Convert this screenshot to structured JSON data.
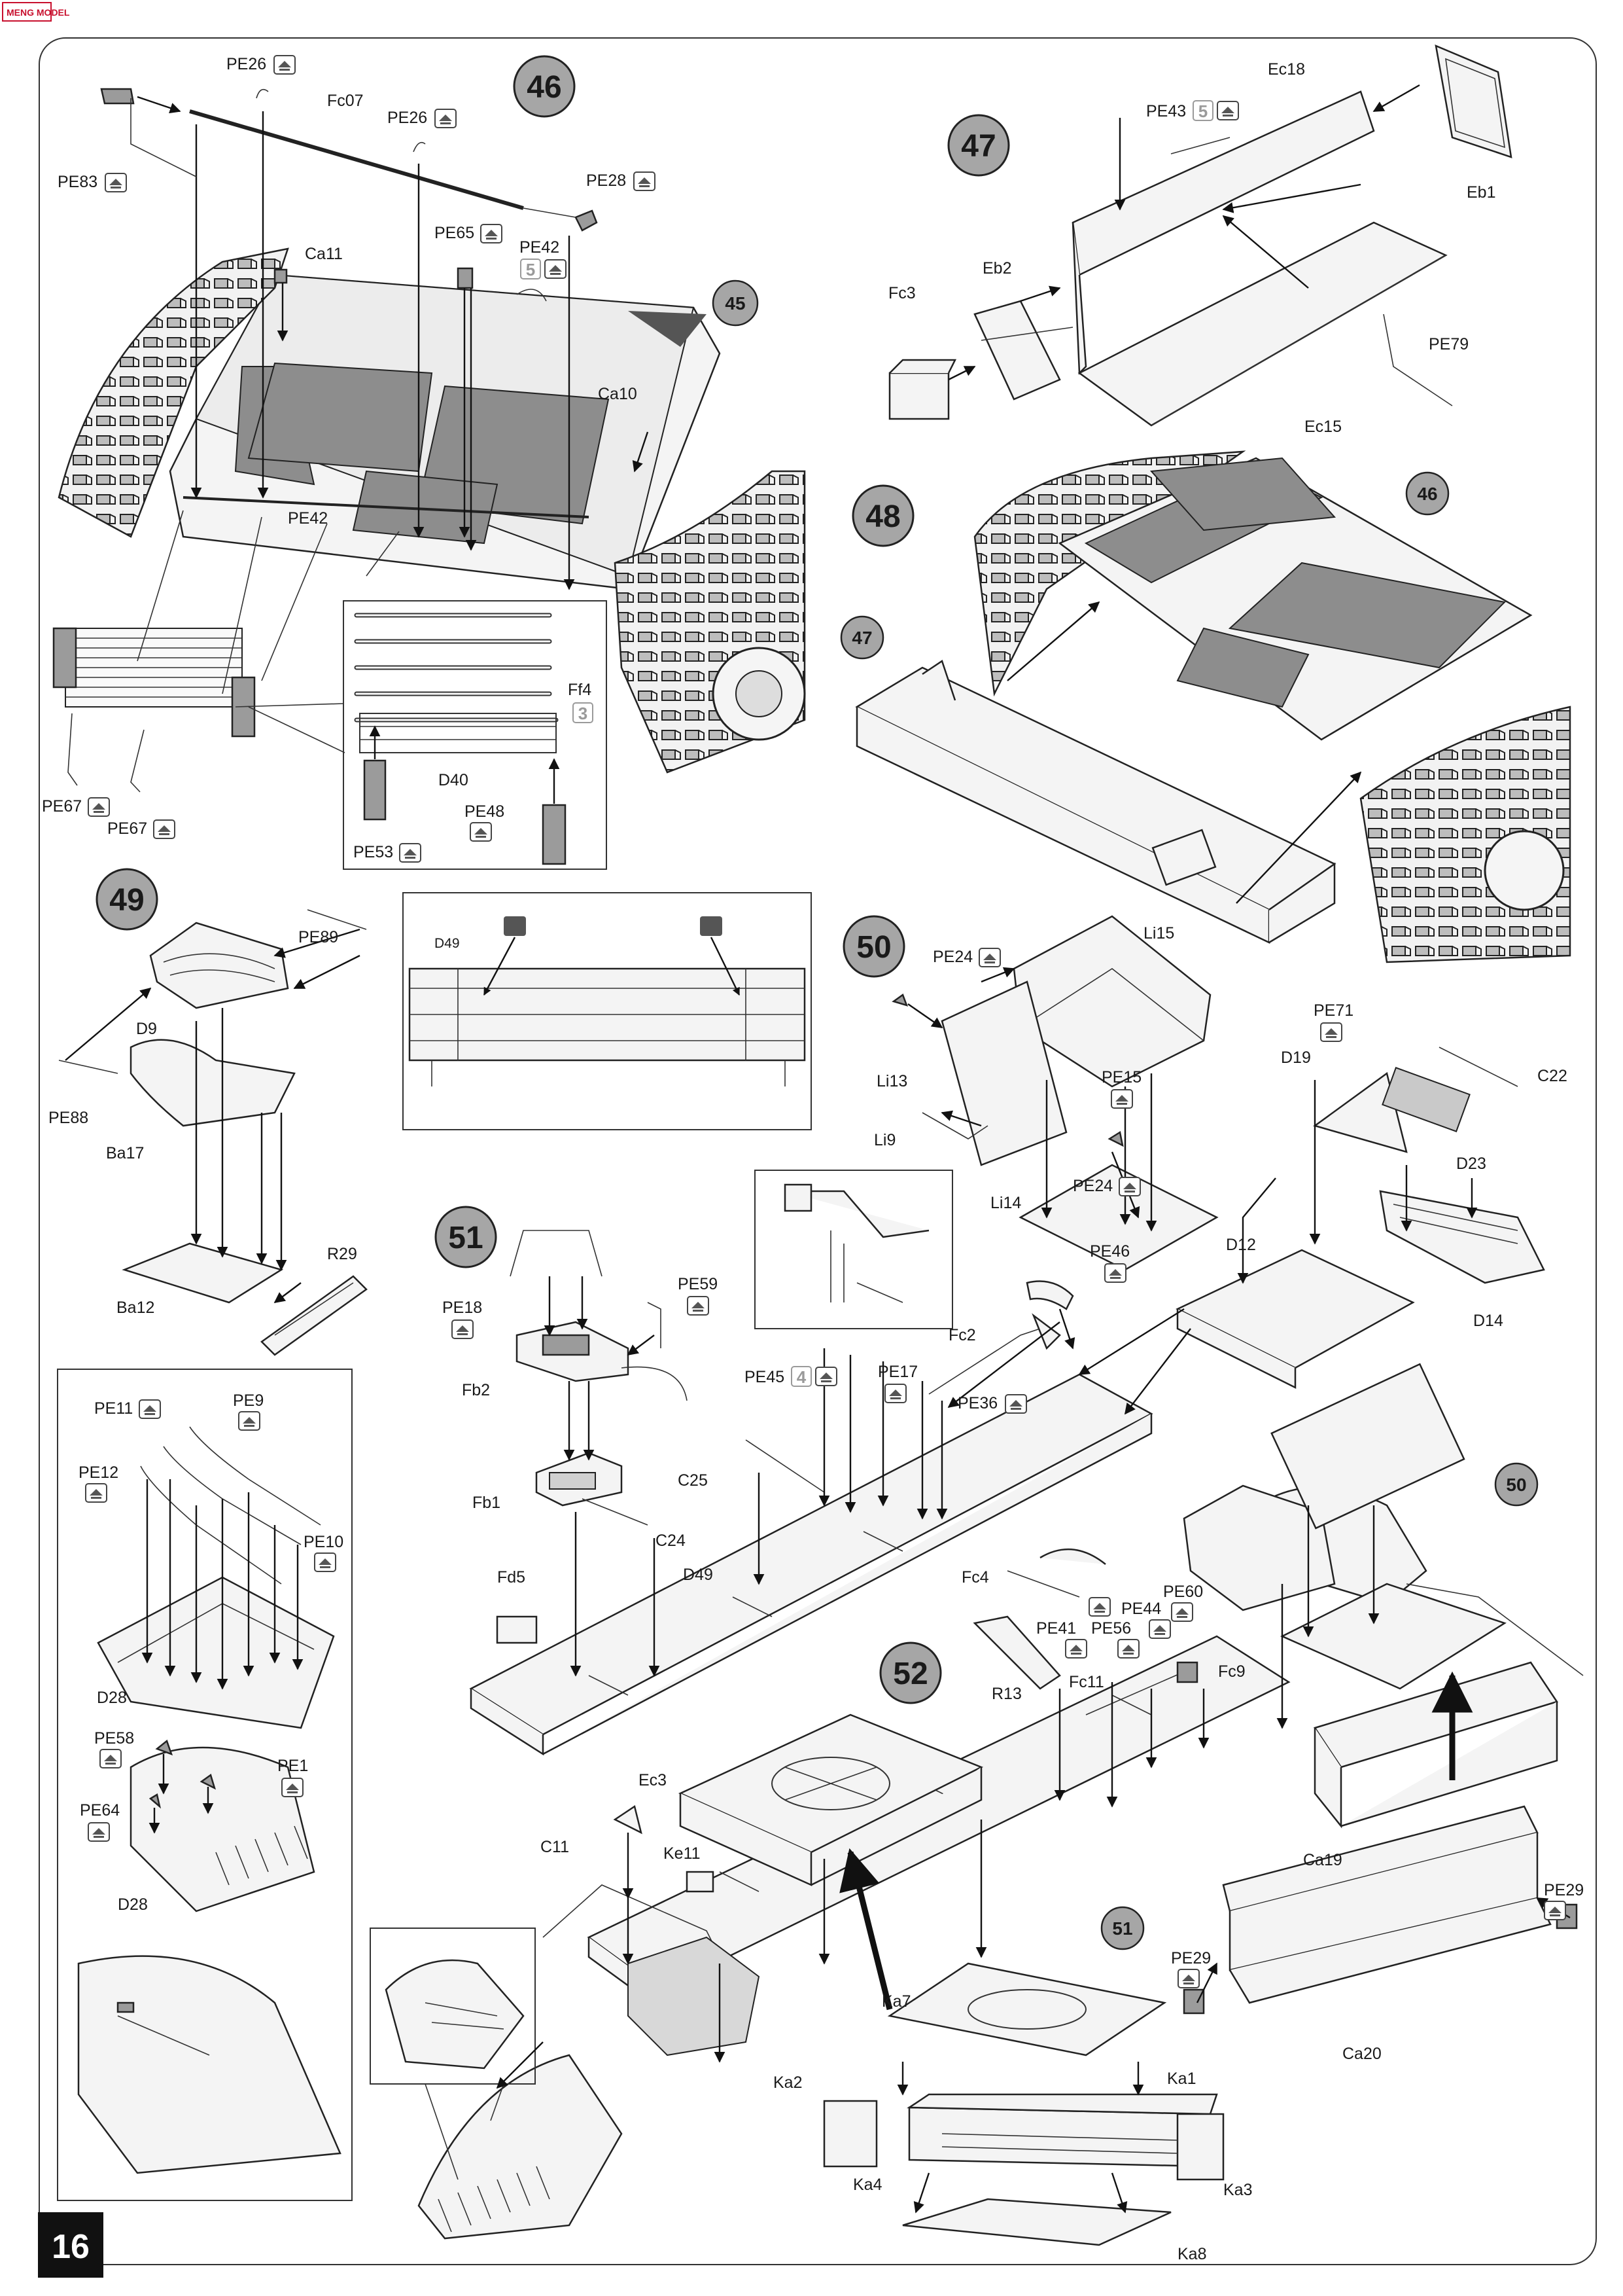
{
  "page": {
    "number": "16",
    "logo_text": "MENG MODEL",
    "accent_color": "#111111",
    "pe_tag_icon": "photo-etch-marker-icon",
    "text_color": "#1a1a1a",
    "frame_color": "#333333"
  },
  "steps": {
    "s46": {
      "number": "46",
      "ref": "45",
      "labels": {
        "pe26a": "PE26",
        "fc07": "Fc07",
        "pe26b": "PE26",
        "pe83": "PE83",
        "pe28": "PE28",
        "pe65": "PE65",
        "pe42a": "PE42",
        "qty5": "5",
        "ca11": "Ca11",
        "ca10": "Ca10",
        "pe42b": "PE42",
        "ff4": "Ff4",
        "qty3": "3",
        "d40": "D40",
        "pe48": "PE48",
        "pe53": "PE53",
        "pe67a": "PE67",
        "pe67b": "PE67"
      }
    },
    "s47": {
      "number": "47",
      "labels": {
        "ec18": "Ec18",
        "pe43": "PE43",
        "qty5": "5",
        "eb1": "Eb1",
        "eb2": "Eb2",
        "fc3": "Fc3",
        "pe79": "PE79",
        "ec15": "Ec15"
      }
    },
    "s48": {
      "number": "48",
      "ref_a": "46",
      "ref_b": "47"
    },
    "s49": {
      "number": "49",
      "labels": {
        "pe89": "PE89",
        "d9": "D9",
        "pe88": "PE88",
        "ba17": "Ba17",
        "ba12": "Ba12",
        "r29": "R29",
        "pe11": "PE11",
        "pe9": "PE9",
        "pe12": "PE12",
        "pe10": "PE10",
        "d28a": "D28",
        "pe58": "PE58",
        "pe1": "PE1",
        "pe64": "PE64",
        "d28b": "D28"
      }
    },
    "d49_detail": {
      "label": "D49"
    },
    "s50": {
      "number": "50",
      "labels": {
        "li15": "Li15",
        "pe24a": "PE24",
        "li13": "Li13",
        "pe15": "PE15",
        "li9": "Li9",
        "li14": "Li14",
        "pe24b": "PE24"
      }
    },
    "s51": {
      "number": "51",
      "labels": {
        "pe18": "PE18",
        "pe59": "PE59",
        "fb2": "Fb2",
        "fb1": "Fb1"
      }
    },
    "s52": {
      "number": "52",
      "ref_a": "50",
      "ref_b": "51",
      "labels": {
        "pe71": "PE71",
        "c22": "C22",
        "d19": "D19",
        "d23": "D23",
        "d12": "D12",
        "d14": "D14",
        "pe46": "PE46",
        "fc2": "Fc2",
        "pe45": "PE45",
        "qty4": "4",
        "pe17": "PE17",
        "pe36": "PE36",
        "c25": "C25",
        "c24": "C24",
        "fd5": "Fd5",
        "d49": "D49",
        "fc4": "Fc4",
        "pe41": "PE41",
        "pe56": "PE56",
        "pe44": "PE44",
        "pe60": "PE60",
        "r13": "R13",
        "fc11": "Fc11",
        "fc9": "Fc9",
        "ec3": "Ec3",
        "ke11": "Ke11",
        "c11": "C11",
        "ca19": "Ca19",
        "pe29a": "PE29",
        "pe29b": "PE29",
        "ca20": "Ca20",
        "ka7": "Ka7",
        "ka2": "Ka2",
        "ka1": "Ka1",
        "ka4": "Ka4",
        "ka3": "Ka3",
        "ka8": "Ka8"
      }
    }
  }
}
